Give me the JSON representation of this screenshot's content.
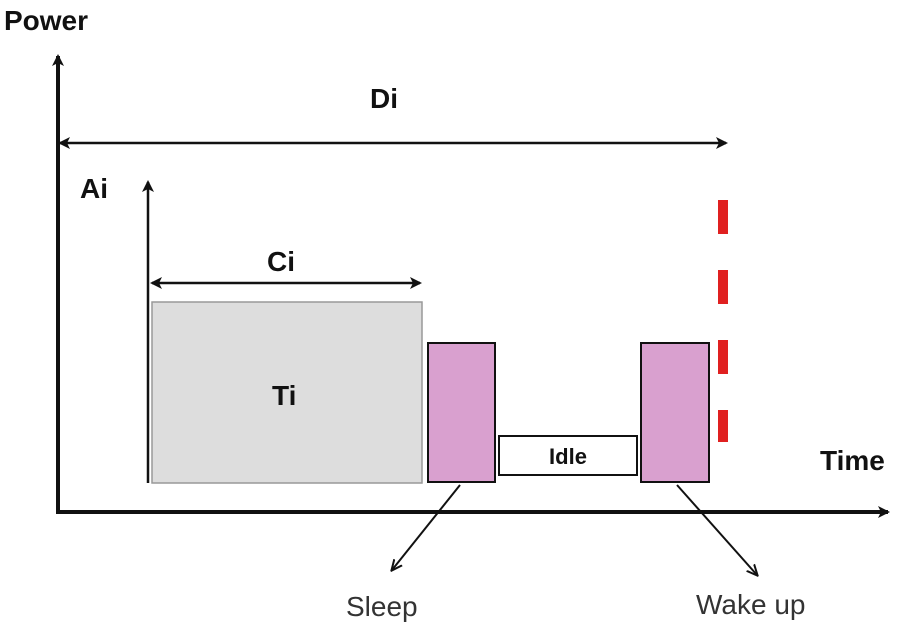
{
  "labels": {
    "power": "Power",
    "time": "Time",
    "di": "Di",
    "ai": "Ai",
    "ci": "Ci",
    "ti": "Ti",
    "idle": "Idle",
    "sleep": "Sleep",
    "wake_up": "Wake up"
  },
  "colors": {
    "axis": "#111111",
    "task_fill": "#dddddd",
    "task_stroke": "#999999",
    "transition_fill": "#d9a0cf",
    "transition_stroke": "#111111",
    "idle_fill": "#ffffff",
    "deadline": "#e02020"
  }
}
